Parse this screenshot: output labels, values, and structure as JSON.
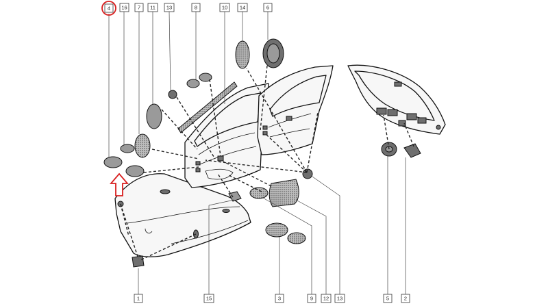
{
  "diagram": {
    "part_labels": {
      "p1": "1",
      "p2": "2",
      "p3": "3",
      "p4": "4",
      "p5": "5",
      "p6": "6",
      "p7": "7",
      "p8": "8",
      "p9": "9",
      "p10": "10",
      "p11": "11",
      "p12": "12",
      "p13a": "13",
      "p13b": "13",
      "p14": "14",
      "p15": "15",
      "p16": "16"
    },
    "highlighted_part": "4",
    "colors": {
      "highlight": "#d81e1e",
      "ink": "#111111",
      "plug_fill": "#6f6f6f"
    }
  }
}
